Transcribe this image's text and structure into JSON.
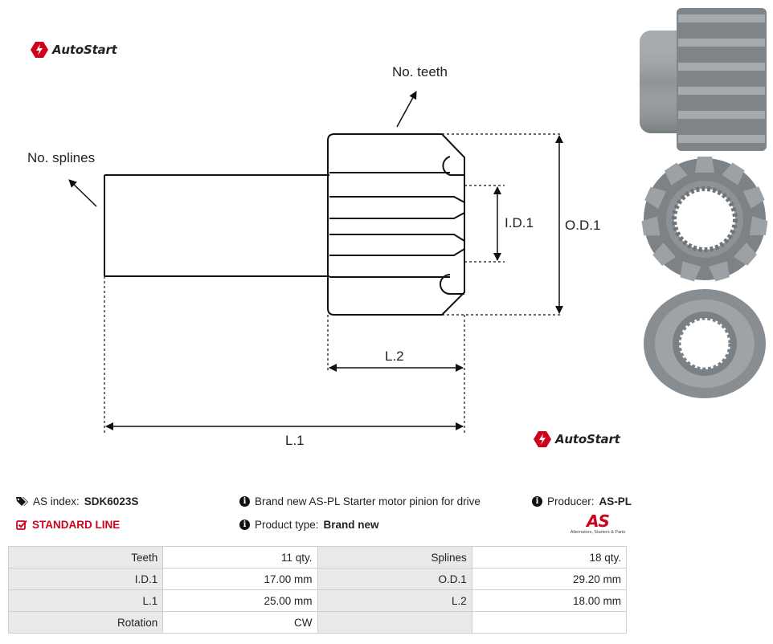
{
  "brand": {
    "name": "AutoStart"
  },
  "diagram": {
    "labels": {
      "no_teeth": "No. teeth",
      "no_splines": "No. splines",
      "id1": "I.D.1",
      "od1": "O.D.1",
      "l2": "L.2",
      "l1": "L.1"
    }
  },
  "info": {
    "as_index_label": "AS index:",
    "as_index_value": "SDK6023S",
    "standard_line": "STANDARD LINE",
    "description": "Brand new AS-PL Starter motor pinion for drive",
    "product_type_label": "Product type:",
    "product_type_value": "Brand new",
    "producer_label": "Producer:",
    "producer_value": "AS-PL",
    "as_logo_text": "AS",
    "as_logo_tagline": "Alternators, Starters & Parts"
  },
  "specs": {
    "rows": [
      {
        "l1": "Teeth",
        "v1": "11 qty.",
        "l2": "Splines",
        "v2": "18 qty."
      },
      {
        "l1": "I.D.1",
        "v1": "17.00 mm",
        "l2": "O.D.1",
        "v2": "29.20 mm"
      },
      {
        "l1": "L.1",
        "v1": "25.00 mm",
        "l2": "L.2",
        "v2": "18.00 mm"
      },
      {
        "l1": "Rotation",
        "v1": "CW",
        "l2": "",
        "v2": ""
      }
    ]
  },
  "colors": {
    "accent_red": "#d0021b",
    "metal_gray": "#8f9498"
  }
}
